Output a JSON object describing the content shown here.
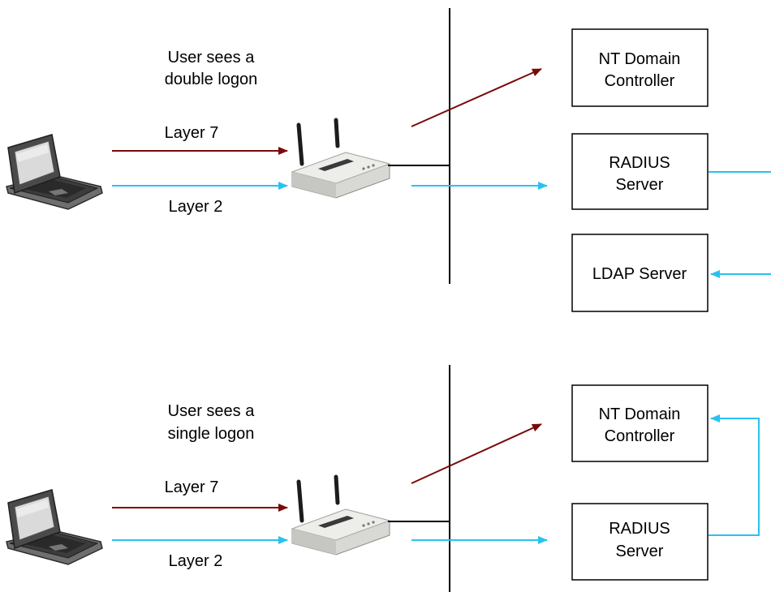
{
  "colors": {
    "layer7_arrow": "#7a0a0a",
    "layer2_arrow": "#29c2f0",
    "network_line": "#000000",
    "box_border": "#000000"
  },
  "top_scenario": {
    "caption_line1": "User sees a",
    "caption_line2": "double logon",
    "layer7_label": "Layer 7",
    "layer2_label": "Layer 2",
    "nt_box": {
      "line1": "NT Domain",
      "line2": "Controller"
    },
    "radius_box": {
      "line1": "RADIUS",
      "line2": "Server"
    },
    "ldap_box": {
      "line1": "LDAP Server"
    },
    "icons": [
      "laptop-icon",
      "wireless-access-point-icon"
    ]
  },
  "bottom_scenario": {
    "caption_line1": "User sees a",
    "caption_line2": "single logon",
    "layer7_label": "Layer 7",
    "layer2_label": "Layer 2",
    "nt_box": {
      "line1": "NT Domain",
      "line2": "Controller"
    },
    "radius_box": {
      "line1": "RADIUS",
      "line2": "Server"
    },
    "icons": [
      "laptop-icon",
      "wireless-access-point-icon"
    ]
  }
}
